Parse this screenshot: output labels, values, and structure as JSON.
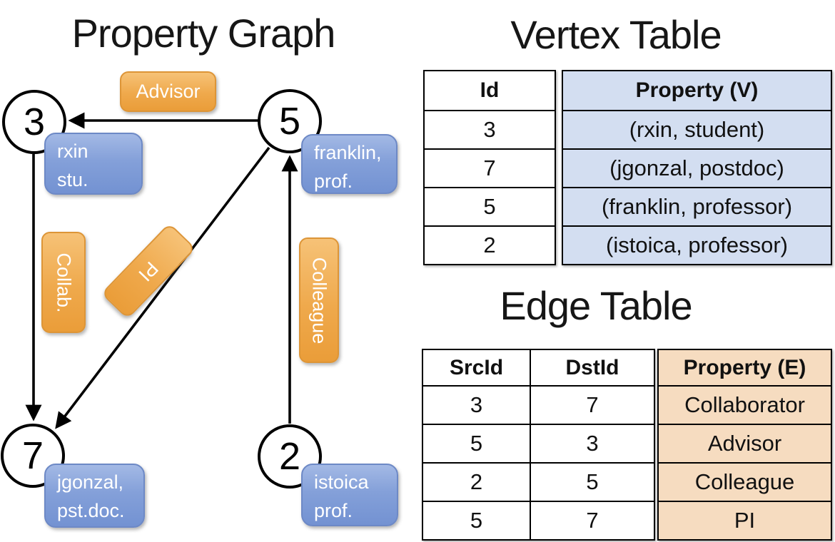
{
  "graph": {
    "title": "Property Graph",
    "nodes": [
      {
        "id": "3",
        "property": [
          "rxin",
          "stu."
        ]
      },
      {
        "id": "5",
        "property": [
          "franklin,",
          "prof."
        ]
      },
      {
        "id": "7",
        "property": [
          "jgonzal,",
          "pst.doc."
        ]
      },
      {
        "id": "2",
        "property": [
          "istoica",
          "prof."
        ]
      }
    ],
    "edges": [
      {
        "label": "Advisor",
        "from": "5",
        "to": "3"
      },
      {
        "label": "Collab.",
        "from": "3",
        "to": "7"
      },
      {
        "label": "PI",
        "from": "5",
        "to": "7"
      },
      {
        "label": "Colleague",
        "from": "2",
        "to": "5"
      }
    ]
  },
  "vertex_table": {
    "title": "Vertex Table",
    "columns": [
      "Id",
      "Property (V)"
    ],
    "rows": [
      [
        "3",
        "(rxin, student)"
      ],
      [
        "7",
        "(jgonzal, postdoc)"
      ],
      [
        "5",
        "(franklin, professor)"
      ],
      [
        "2",
        "(istoica, professor)"
      ]
    ]
  },
  "edge_table": {
    "title": "Edge Table",
    "columns": [
      "SrcId",
      "DstId",
      "Property (E)"
    ],
    "rows": [
      [
        "3",
        "7",
        "Collaborator"
      ],
      [
        "5",
        "3",
        "Advisor"
      ],
      [
        "2",
        "5",
        "Colleague"
      ],
      [
        "5",
        "7",
        "PI"
      ]
    ]
  },
  "colors": {
    "edge_label_orange": "#efa94c",
    "vertex_box_blue": "#84a0d9",
    "vertex_table_fill": "#d3def1",
    "edge_table_fill": "#f6dcc0",
    "line_black": "#000000",
    "background": "#ffffff"
  }
}
